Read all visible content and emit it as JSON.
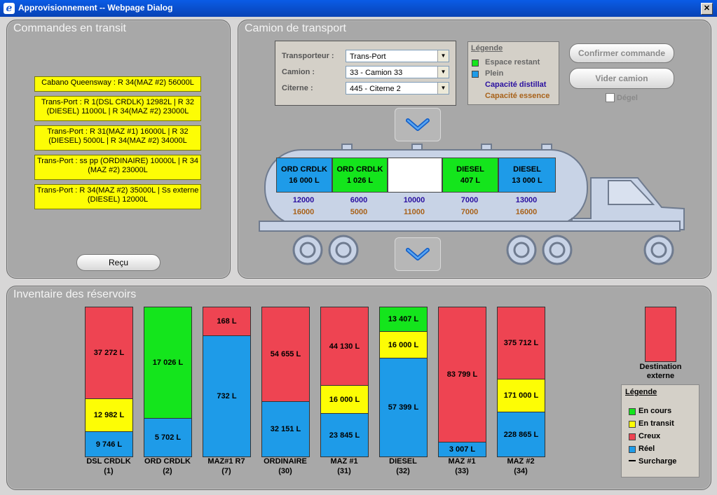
{
  "window": {
    "title": "Approvisionnement -- Webpage Dialog",
    "close": "✕"
  },
  "transit": {
    "title": "Commandes en transit",
    "orders": [
      "Cabano Queensway : R 34(MAZ #2) 56000L",
      "Trans-Port : R 1(DSL CRDLK) 12982L | R 32 (DIESEL) 11000L | R 34(MAZ #2) 23000L",
      "Trans-Port : R 31(MAZ #1) 16000L | R 32 (DIESEL) 5000L | R 34(MAZ #2) 34000L",
      "Trans-Port : ss pp (ORDINAIRE) 10000L | R 34 (MAZ #2) 23000L",
      "Trans-Port : R 34(MAZ #2) 35000L | Ss externe (DIESEL) 12000L"
    ],
    "received_label": "Reçu"
  },
  "truck": {
    "title": "Camion de transport",
    "carrier_label": "Transporteur :",
    "carrier_value": "Trans-Port",
    "truck_label": "Camion :",
    "truck_value": "33 - Camion 33",
    "tank_label": "Citerne :",
    "tank_value": "445 - Citerne 2",
    "legend": {
      "title": "Légende",
      "items": [
        "Espace restant",
        "Plein",
        "Capacité distillat",
        "Capacité essence"
      ]
    },
    "confirm_label": "Confirmer commande",
    "empty_label": "Vider camion",
    "thaw_label": "Dégel",
    "compartments": [
      {
        "name": "ORD CRDLK",
        "amount": "16 000 L",
        "color": "#1e9be8",
        "distillate": "12000",
        "gasoline": "16000"
      },
      {
        "name": "ORD CRDLK",
        "amount": "1 026 L",
        "color": "#14e51c",
        "distillate": "6000",
        "gasoline": "5000"
      },
      {
        "name": "",
        "amount": "",
        "color": "#ffffff",
        "distillate": "10000",
        "gasoline": "11000"
      },
      {
        "name": "DIESEL",
        "amount": "407 L",
        "color": "#14e51c",
        "distillate": "7000",
        "gasoline": "7000"
      },
      {
        "name": "DIESEL",
        "amount": "13 000 L",
        "color": "#1e9be8",
        "distillate": "13000",
        "gasoline": "16000"
      }
    ],
    "colors": {
      "distillate": "#2a10a0",
      "gasoline": "#a8621a",
      "green": "#14e51c",
      "blue": "#1e9be8"
    }
  },
  "inventory": {
    "title": "Inventaire des réservoirs",
    "tanks": [
      {
        "name": "DSL CRDLK",
        "id": "(1)",
        "segments": [
          {
            "label": "37 272 L",
            "color": "#ee4452",
            "fraction": 0.61
          },
          {
            "label": "12 982 L",
            "color": "#fdfd05",
            "fraction": 0.22
          },
          {
            "label": "9 746 L",
            "color": "#1e9be8",
            "fraction": 0.17
          }
        ]
      },
      {
        "name": "ORD CRDLK",
        "id": "(2)",
        "segments": [
          {
            "label": "17 026 L",
            "color": "#14e51c",
            "fraction": 0.74
          },
          {
            "label": "5 702 L",
            "color": "#1e9be8",
            "fraction": 0.26
          }
        ]
      },
      {
        "name": "MAZ#1 R7",
        "id": "(7)",
        "segments": [
          {
            "label": "168 L",
            "color": "#ee4452",
            "fraction": 0.19
          },
          {
            "label": "732 L",
            "color": "#1e9be8",
            "fraction": 0.81
          }
        ]
      },
      {
        "name": "ORDINAIRE",
        "id": "(30)",
        "segments": [
          {
            "label": "54 655 L",
            "color": "#ee4452",
            "fraction": 0.63
          },
          {
            "label": "32 151 L",
            "color": "#1e9be8",
            "fraction": 0.37
          }
        ]
      },
      {
        "name": "MAZ #1",
        "id": "(31)",
        "segments": [
          {
            "label": "44 130 L",
            "color": "#ee4452",
            "fraction": 0.52
          },
          {
            "label": "16 000 L",
            "color": "#fdfd05",
            "fraction": 0.19
          },
          {
            "label": "23 845 L",
            "color": "#1e9be8",
            "fraction": 0.29
          }
        ]
      },
      {
        "name": "DIESEL",
        "id": "(32)",
        "segments": [
          {
            "label": "13 407 L",
            "color": "#14e51c",
            "fraction": 0.16
          },
          {
            "label": "16 000 L",
            "color": "#fdfd05",
            "fraction": 0.18
          },
          {
            "label": "57 399 L",
            "color": "#1e9be8",
            "fraction": 0.66
          }
        ]
      },
      {
        "name": "MAZ #1",
        "id": "(33)",
        "segments": [
          {
            "label": "83 799 L",
            "color": "#ee4452",
            "fraction": 0.9
          },
          {
            "label": "3 007 L",
            "color": "#1e9be8",
            "fraction": 0.1
          }
        ]
      },
      {
        "name": "MAZ #2",
        "id": "(34)",
        "segments": [
          {
            "label": "375 712 L",
            "color": "#ee4452",
            "fraction": 0.48
          },
          {
            "label": "171 000 L",
            "color": "#fdfd05",
            "fraction": 0.22
          },
          {
            "label": "228 865 L",
            "color": "#1e9be8",
            "fraction": 0.3
          }
        ]
      }
    ],
    "external": {
      "label_line1": "Destination",
      "label_line2": "externe",
      "color": "#ee4452"
    },
    "legend": {
      "title": "Légende",
      "items": [
        {
          "label": "En cours",
          "color": "#14e51c"
        },
        {
          "label": "En transit",
          "color": "#fdfd05"
        },
        {
          "label": "Creux",
          "color": "#ee4452"
        },
        {
          "label": "Réel",
          "color": "#1e9be8"
        },
        {
          "label": "Surcharge",
          "color": "#000000"
        }
      ]
    }
  }
}
